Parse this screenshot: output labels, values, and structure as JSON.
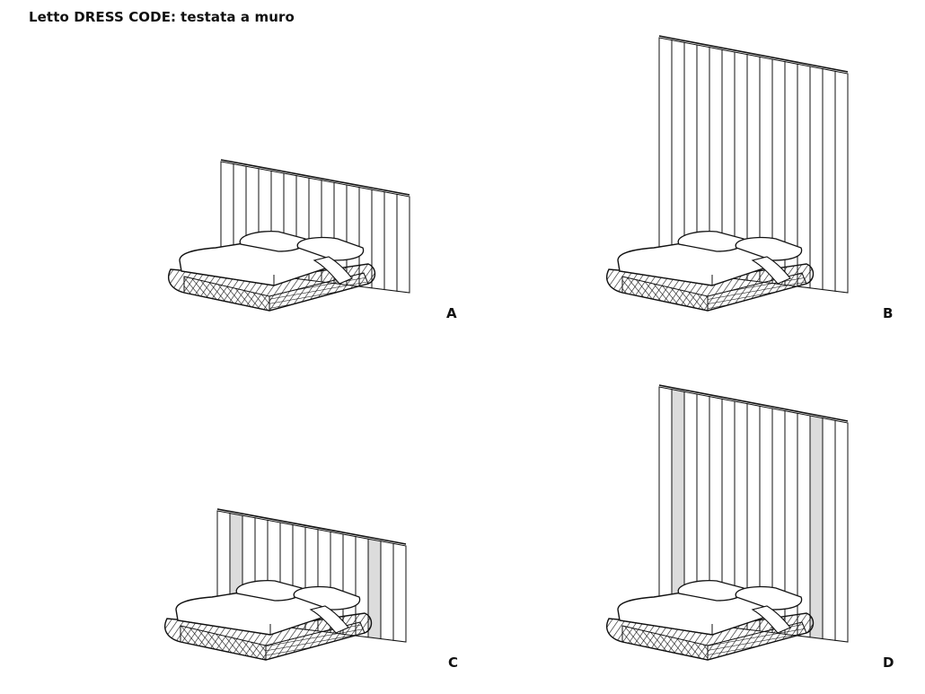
{
  "title": {
    "product": "Letto DRESS CODE:",
    "subtitle": "testata a muro"
  },
  "variants": [
    {
      "label": "A",
      "tall": false,
      "accent": false
    },
    {
      "label": "B",
      "tall": true,
      "accent": false
    },
    {
      "label": "C",
      "tall": false,
      "accent": true
    },
    {
      "label": "D",
      "tall": true,
      "accent": true
    }
  ],
  "colors": {
    "line": "#111111",
    "accent_panel": "#dcdcdc",
    "background": "#ffffff"
  }
}
